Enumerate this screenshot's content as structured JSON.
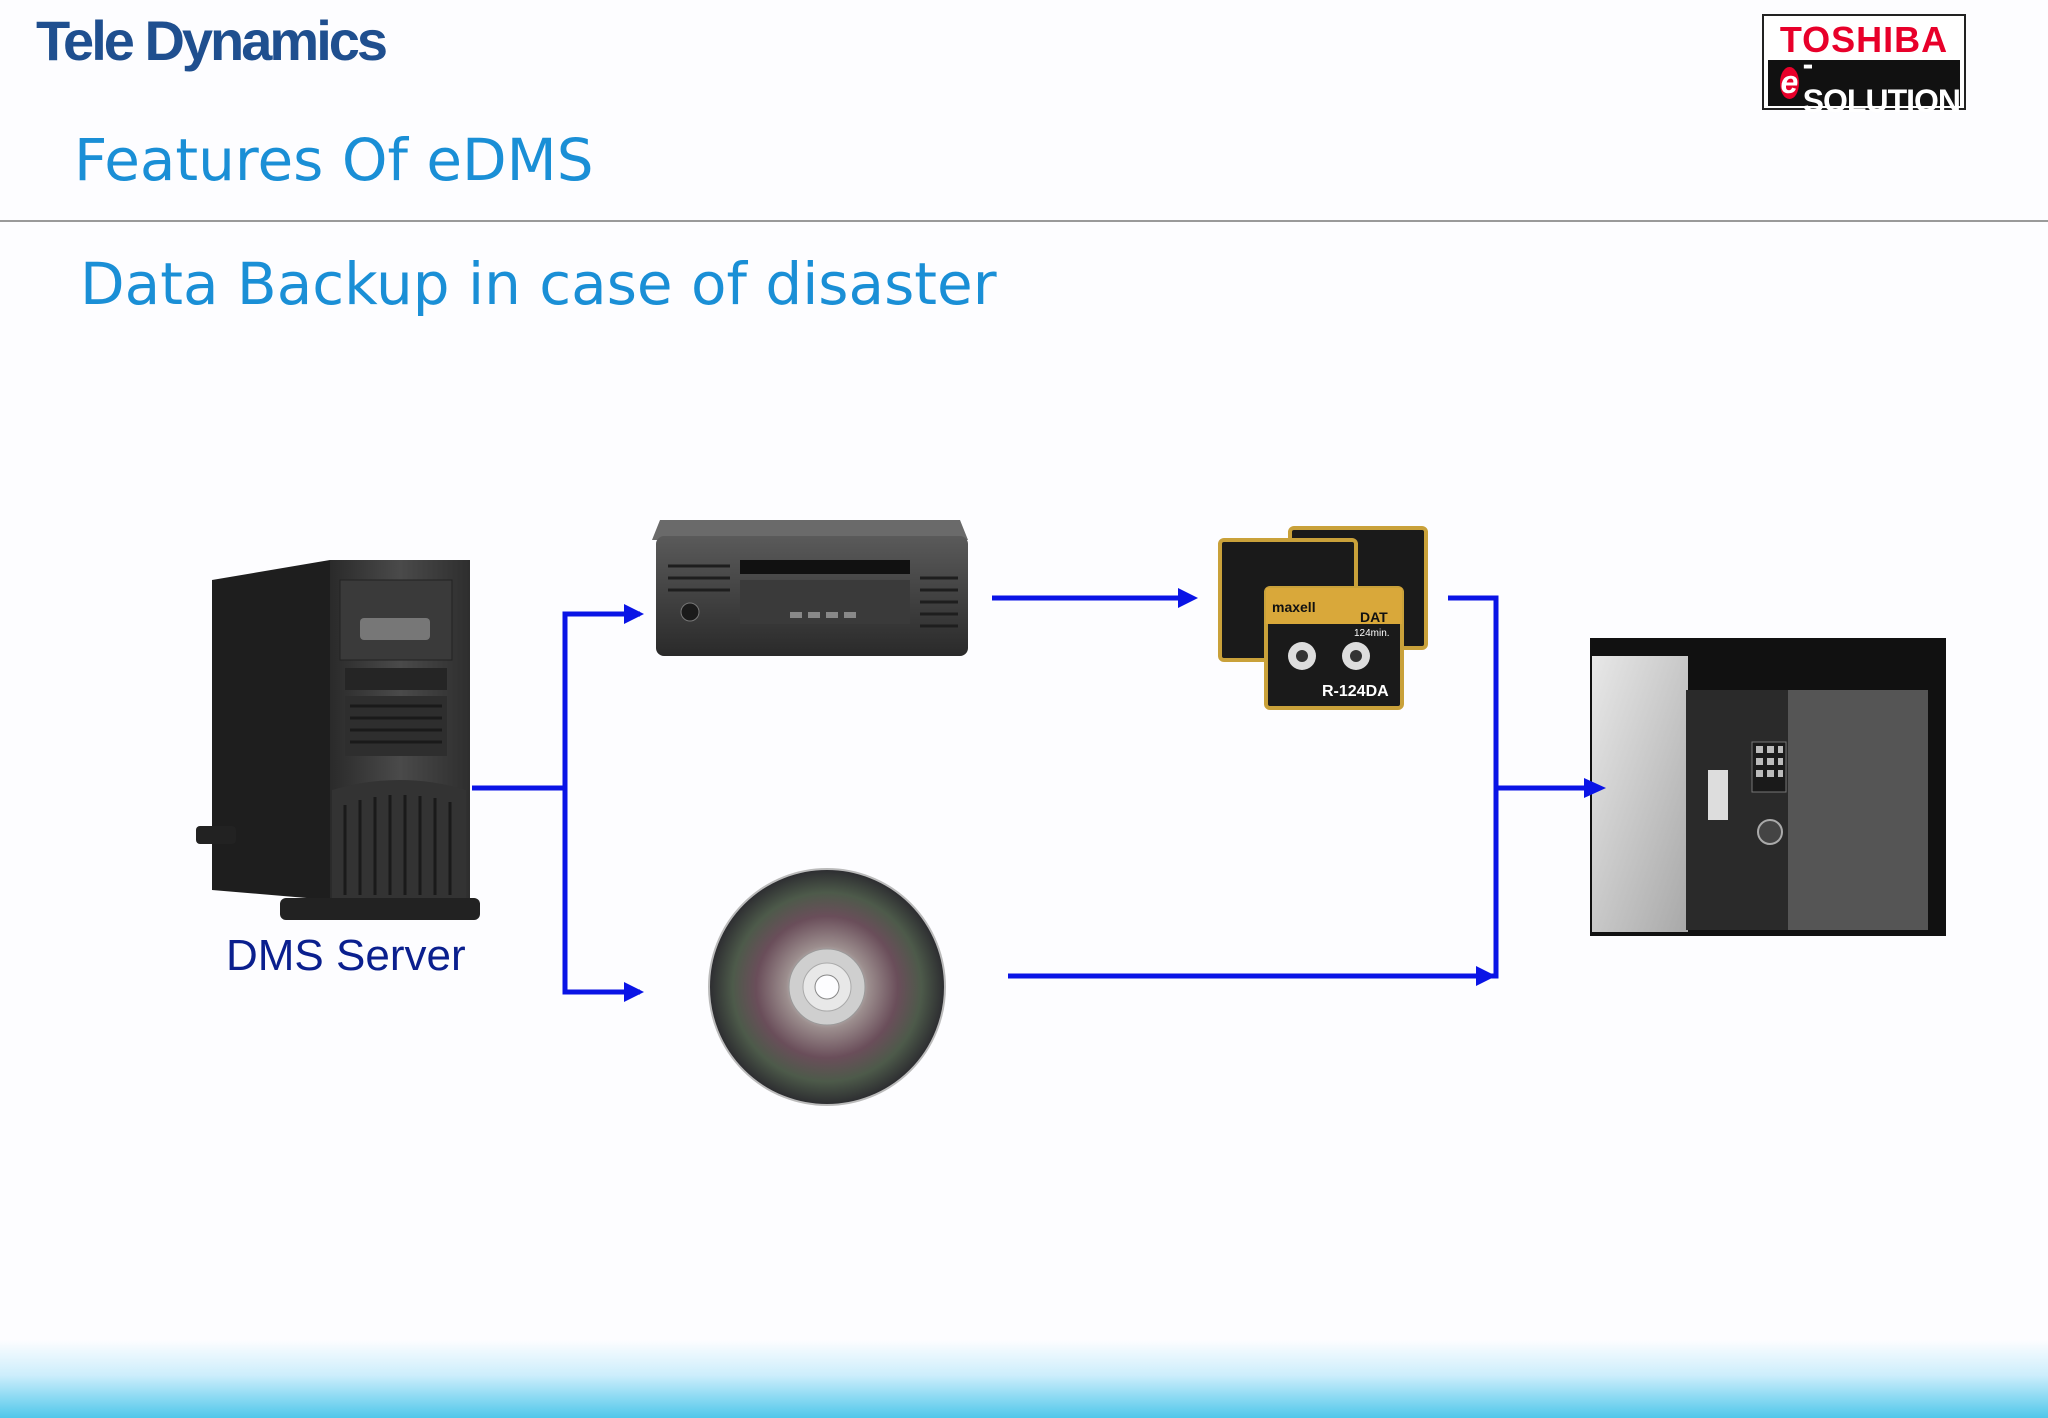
{
  "header": {
    "brand": "Tele Dynamics",
    "logo": {
      "line1": "TOSHIBA",
      "e_letter": "e",
      "line2": "-SOLUTION"
    },
    "section_title": "Features Of eDMS"
  },
  "slide": {
    "subtitle": "Data Backup in case of disaster",
    "server_label": "DMS Server",
    "tape_labels": {
      "brand": "maxell",
      "format": "DAT",
      "length": "124min.",
      "model": "R-124DA"
    }
  },
  "colors": {
    "arrow": "#0a14e6",
    "title_blue": "#1a8fd6",
    "brand_blue": "#1f4f8f",
    "label_navy": "#0a1f8e",
    "toshiba_red": "#e8002a"
  },
  "icons": [
    "server-tower-icon",
    "tape-drive-icon",
    "dat-tapes-icon",
    "cd-disc-icon",
    "safe-icon"
  ]
}
